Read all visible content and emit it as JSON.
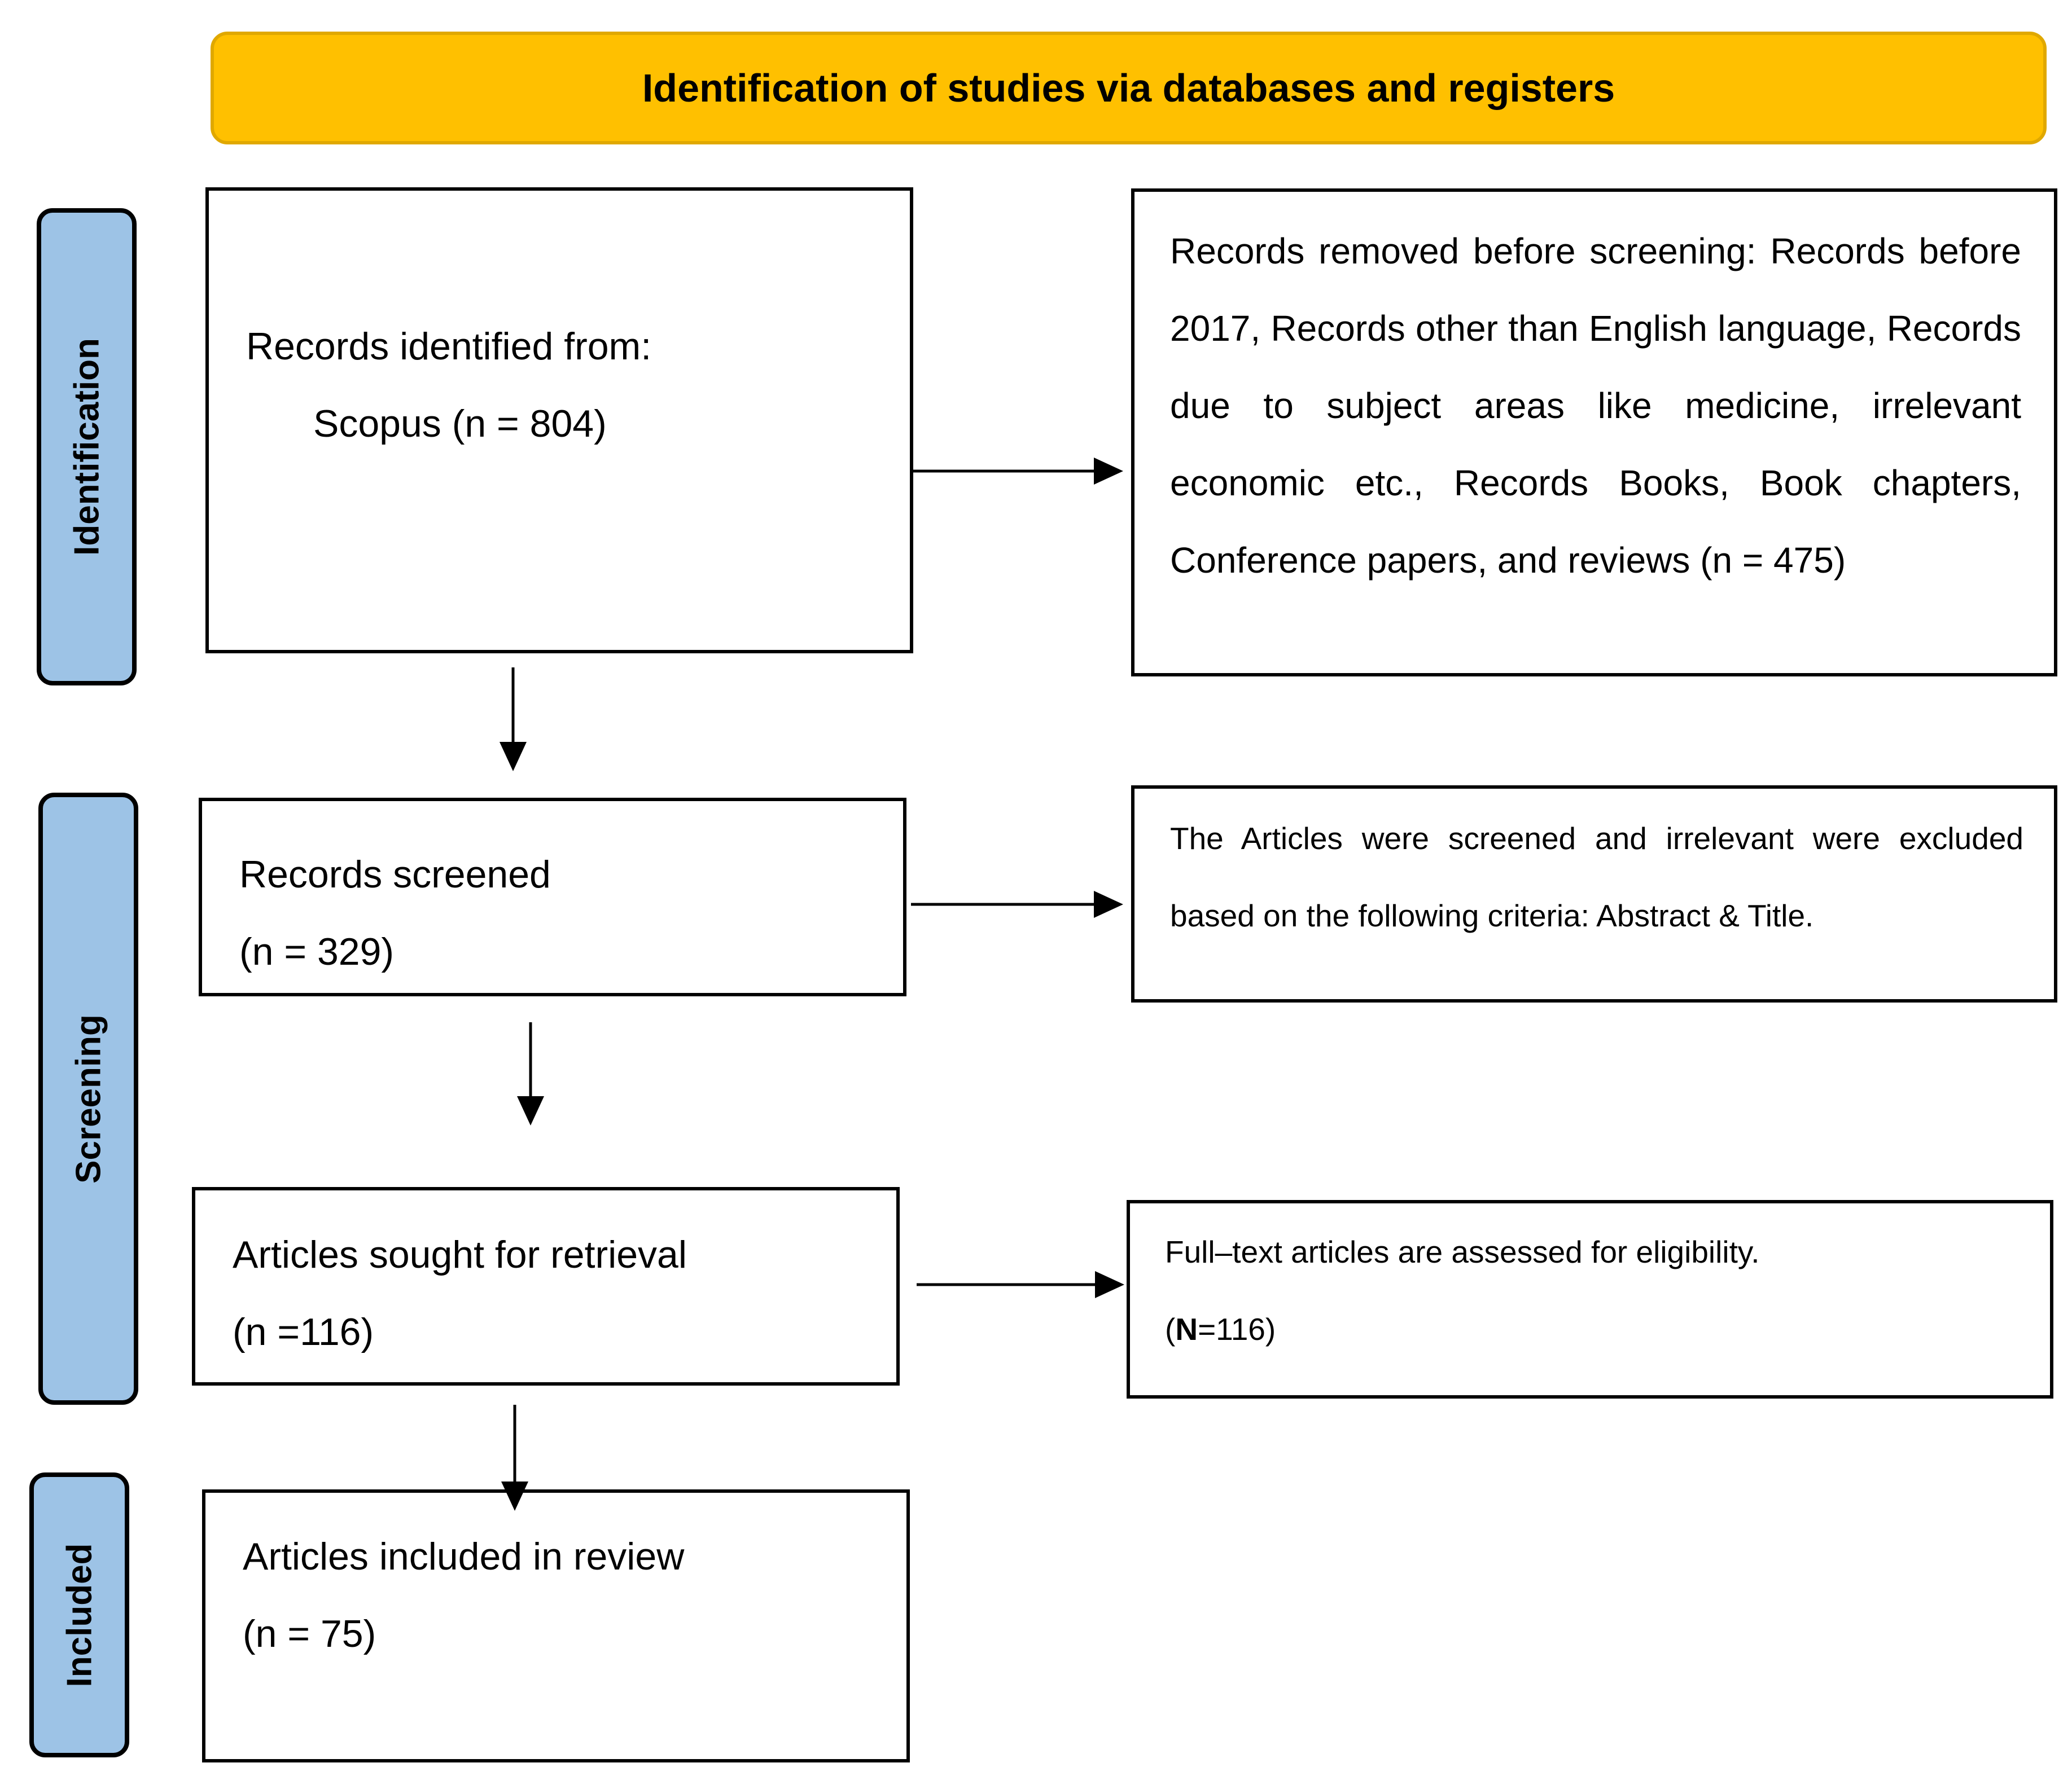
{
  "header": {
    "title": "Identification of studies via databases and registers"
  },
  "stages": {
    "identification": "Identification",
    "screening": "Screening",
    "included": "Included"
  },
  "boxes": {
    "records_identified": {
      "line1": "Records identified from:",
      "line2": "Scopus (n = 804)"
    },
    "records_removed": {
      "text": "Records removed before screening: Records before 2017, Records other than English language, Records due to subject areas like medicine, irrelevant economic etc., Records Books, Book chapters, Conference papers, and reviews (n = 475)"
    },
    "records_screened": {
      "line1": "Records screened",
      "line2": "(n = 329)"
    },
    "screening_criteria": {
      "text": "The Articles were screened and irrelevant were excluded based on the following criteria: Abstract & Title."
    },
    "sought_retrieval": {
      "line1": "Articles sought for retrieval",
      "line2": "(n =116)"
    },
    "eligibility": {
      "line1": "Full–text articles are assessed for eligibility.",
      "n_prefix": "(",
      "n_bold": "N",
      "n_suffix": "=116)"
    },
    "included_review": {
      "line1": "Articles included in review",
      "line2": "(n = 75)"
    }
  },
  "colors": {
    "header_fill": "#ffc000",
    "stage_fill": "#9dc3e6"
  }
}
